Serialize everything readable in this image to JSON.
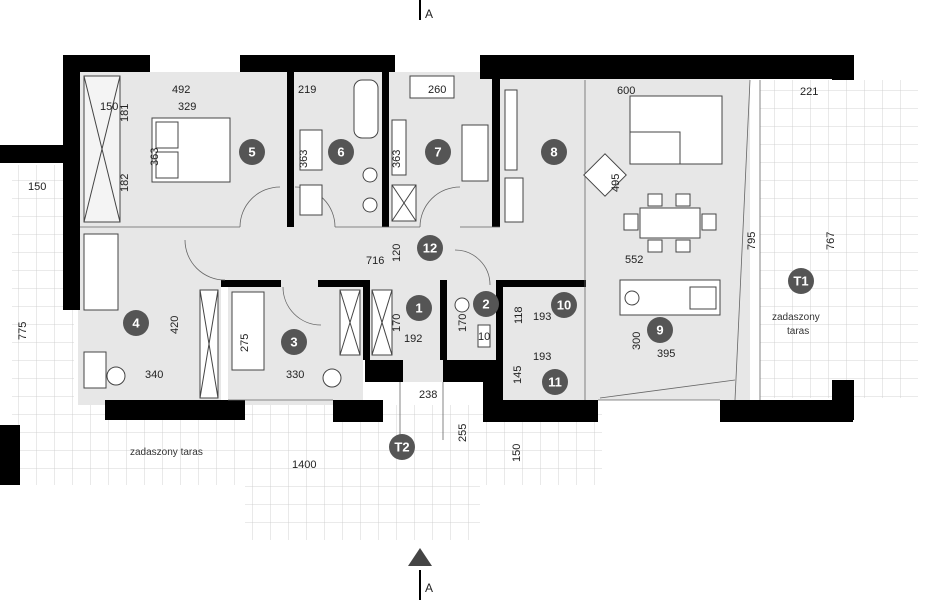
{
  "section_marks": {
    "top": "A",
    "bottom": "A"
  },
  "rooms": [
    {
      "id": "room-1",
      "label": "1"
    },
    {
      "id": "room-2",
      "label": "2"
    },
    {
      "id": "room-3",
      "label": "3"
    },
    {
      "id": "room-4",
      "label": "4"
    },
    {
      "id": "room-5",
      "label": "5"
    },
    {
      "id": "room-6",
      "label": "6"
    },
    {
      "id": "room-7",
      "label": "7"
    },
    {
      "id": "room-8",
      "label": "8"
    },
    {
      "id": "room-9",
      "label": "9"
    },
    {
      "id": "room-10",
      "label": "10"
    },
    {
      "id": "room-11",
      "label": "11"
    },
    {
      "id": "room-12",
      "label": "12"
    },
    {
      "id": "terrace-1",
      "label": "T1"
    },
    {
      "id": "terrace-2",
      "label": "T2"
    }
  ],
  "terrace_labels": {
    "t1_line1": "zadaszony",
    "t1_line2": "taras",
    "t2": "zadaszony taras"
  },
  "dimensions": {
    "d492": "492",
    "d150a": "150",
    "d329": "329",
    "d181": "181",
    "d363a": "363",
    "d182": "182",
    "d219": "219",
    "d363b": "363",
    "d260": "260",
    "d363c": "363",
    "d600": "600",
    "d495": "495",
    "d795": "795",
    "d552": "552",
    "d221": "221",
    "d767": "767",
    "d716": "716",
    "d120": "120",
    "d420": "420",
    "d340": "340",
    "d275": "275",
    "d330": "330",
    "d170a": "170",
    "d192": "192",
    "d170b": "170",
    "d10": "10",
    "d118": "118",
    "d193a": "193",
    "d193b": "193",
    "d145": "145",
    "d300": "300",
    "d395": "395",
    "d150b": "150",
    "d775": "775",
    "d238": "238",
    "d255": "255",
    "d150c": "150",
    "d1400": "1400"
  }
}
